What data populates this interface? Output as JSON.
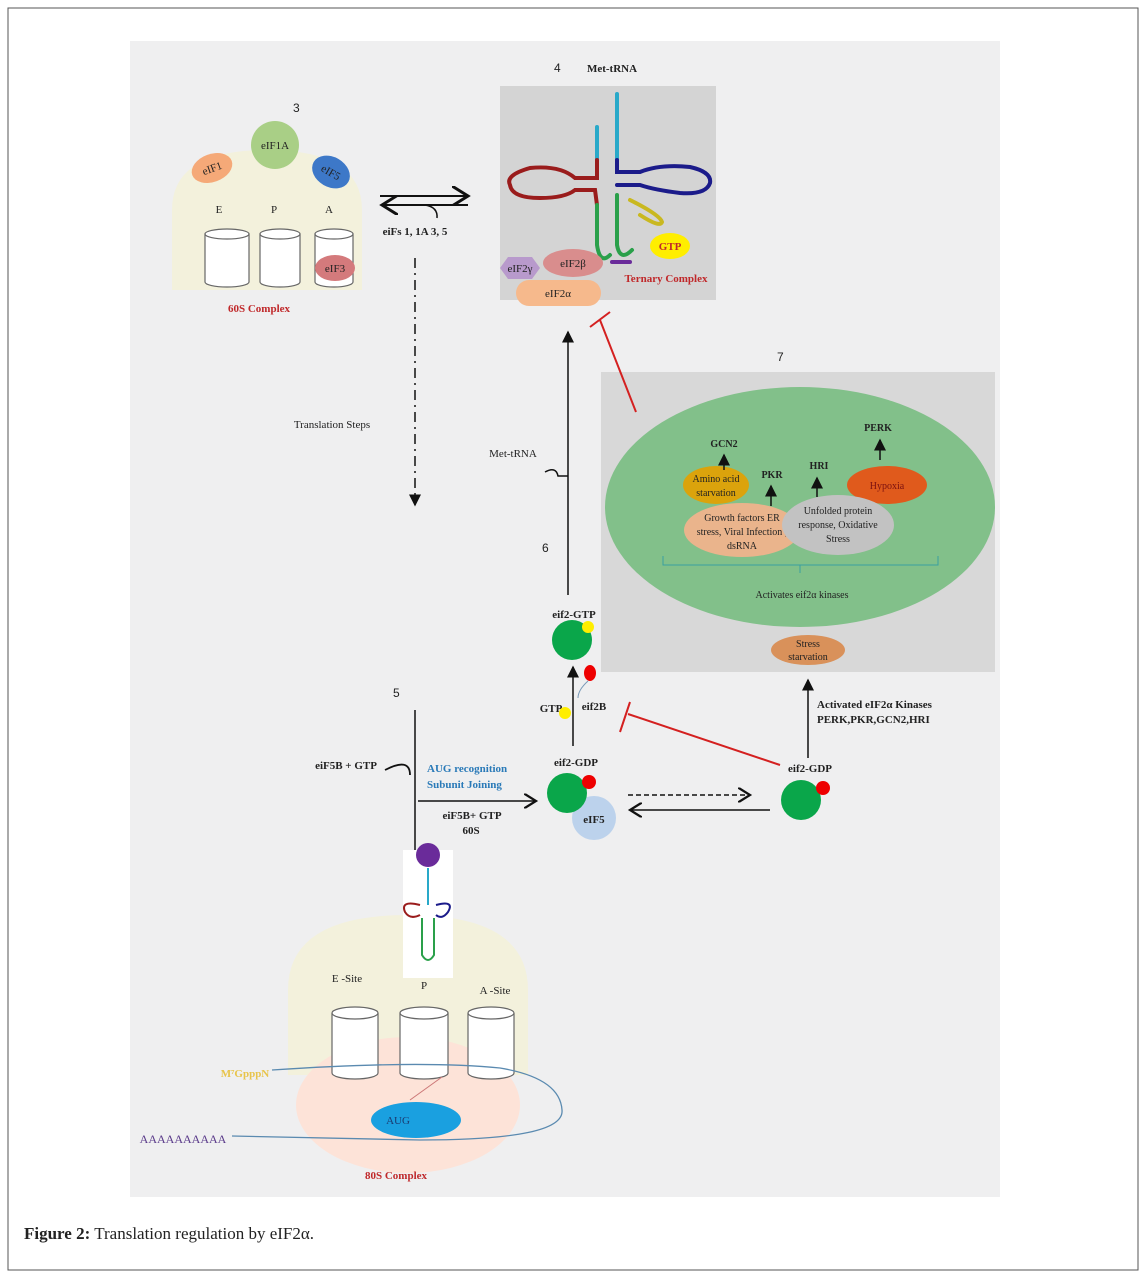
{
  "figure": {
    "caption_label": "Figure 2:",
    "caption_text": " Translation regulation by eIF2α."
  },
  "step3": {
    "number": "3",
    "factors": [
      "eIF1",
      "eIF1A",
      "eIF5",
      "eIF3"
    ],
    "sites": [
      "E",
      "P",
      "A"
    ],
    "complex_label": "60S Complex",
    "exchange_label": "eiFs 1, 1A 3, 5",
    "translation_steps": "Translation Steps"
  },
  "step4": {
    "number": "4",
    "title": "Met-tRNA",
    "subunits": [
      "eIF2γ",
      "eIF2β",
      "eIF2α"
    ],
    "gtp": "GTP",
    "complex_label": "Ternary Complex"
  },
  "step7": {
    "number": "7",
    "kinases": [
      "GCN2",
      "PKR",
      "HRI",
      "PERK"
    ],
    "stimuli": {
      "amino_acid": [
        "Amino acid",
        "starvation"
      ],
      "growth": [
        "Growth factors ER",
        "stress, Viral Infection ,",
        "dsRNA"
      ],
      "unfolded": [
        "Unfolded protein",
        "response, Oxidative",
        "Stress"
      ],
      "hypoxia": "Hypoxia"
    },
    "activates": "Activates eif2α kinases",
    "stress": [
      "Stress",
      "starvation"
    ],
    "activated_kinases": [
      "Activated eIF2α Kinases",
      "PERK,PKR,GCN2,HRI"
    ]
  },
  "step6": {
    "number": "6",
    "met_trna": "Met-tRNA",
    "eif2_gtp": "eif2-GTP",
    "gtp": "GTP",
    "eif2b": "eif2B",
    "eif2_gdp": "eif2-GDP",
    "eif5": "eIF5",
    "eif2_gdp_right": "eif2-GDP"
  },
  "step5": {
    "number": "5",
    "eif5b_gtp": "eiF5B + GTP",
    "aug_recognition": "AUG recognition",
    "subunit_joining": "Subunit Joining",
    "eif5b_gtp2": "eiF5B+ GTP",
    "s60": "60S",
    "sites": [
      "E -Site",
      "P",
      "A -Site"
    ],
    "cap": "M⁷GpppN",
    "aug": "AUG",
    "polya": "AAAAAAAAAA",
    "complex_label": "80S Complex"
  },
  "colors": {
    "inhibit": "#d42020",
    "green_complex": "#0aa64a",
    "title_red": "#c0282a",
    "blue_text": "#2a7ab8"
  }
}
